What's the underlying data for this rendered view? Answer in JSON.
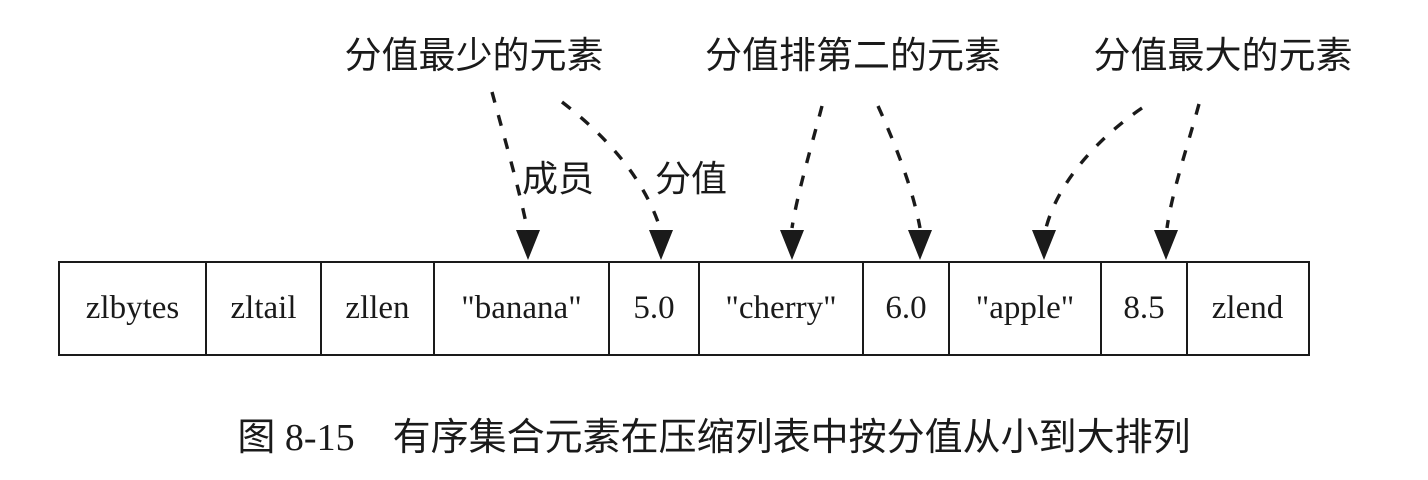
{
  "figure": {
    "top_labels": [
      {
        "text": "分值最少的元素"
      },
      {
        "text": "分值排第二的元素"
      },
      {
        "text": "分值最大的元素"
      }
    ],
    "mid_labels": [
      {
        "text": "成员"
      },
      {
        "text": "分值"
      }
    ],
    "cells": [
      "zlbytes",
      "zltail",
      "zllen",
      "\"banana\"",
      "5.0",
      "\"cherry\"",
      "6.0",
      "\"apple\"",
      "8.5",
      "zlend"
    ],
    "edges": [
      {
        "from": "分值最少的元素",
        "to": "\"banana\"",
        "via": "成员"
      },
      {
        "from": "分值最少的元素",
        "to": "5.0",
        "via": "分值"
      },
      {
        "from": "分值排第二的元素",
        "to": "\"cherry\""
      },
      {
        "from": "分值排第二的元素",
        "to": "6.0"
      },
      {
        "from": "分值最大的元素",
        "to": "\"apple\""
      },
      {
        "from": "分值最大的元素",
        "to": "8.5"
      }
    ],
    "caption": "图 8-15　有序集合元素在压缩列表中按分值从小到大排列",
    "colors": {
      "line": "#1a1a1a",
      "text": "#1a1a1a",
      "background": "#ffffff"
    }
  }
}
